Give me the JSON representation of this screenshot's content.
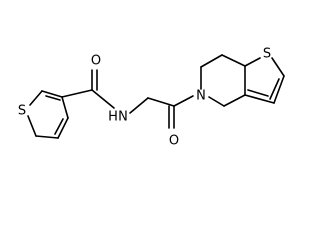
{
  "molecule": {
    "atoms": {
      "s_thiophene_left": "S",
      "o_carbonyl_left": "O",
      "n_amide": "N",
      "h_amide": "H",
      "o_carbonyl_right": "O",
      "n_ring": "N",
      "s_thiophene_right": "S"
    }
  }
}
